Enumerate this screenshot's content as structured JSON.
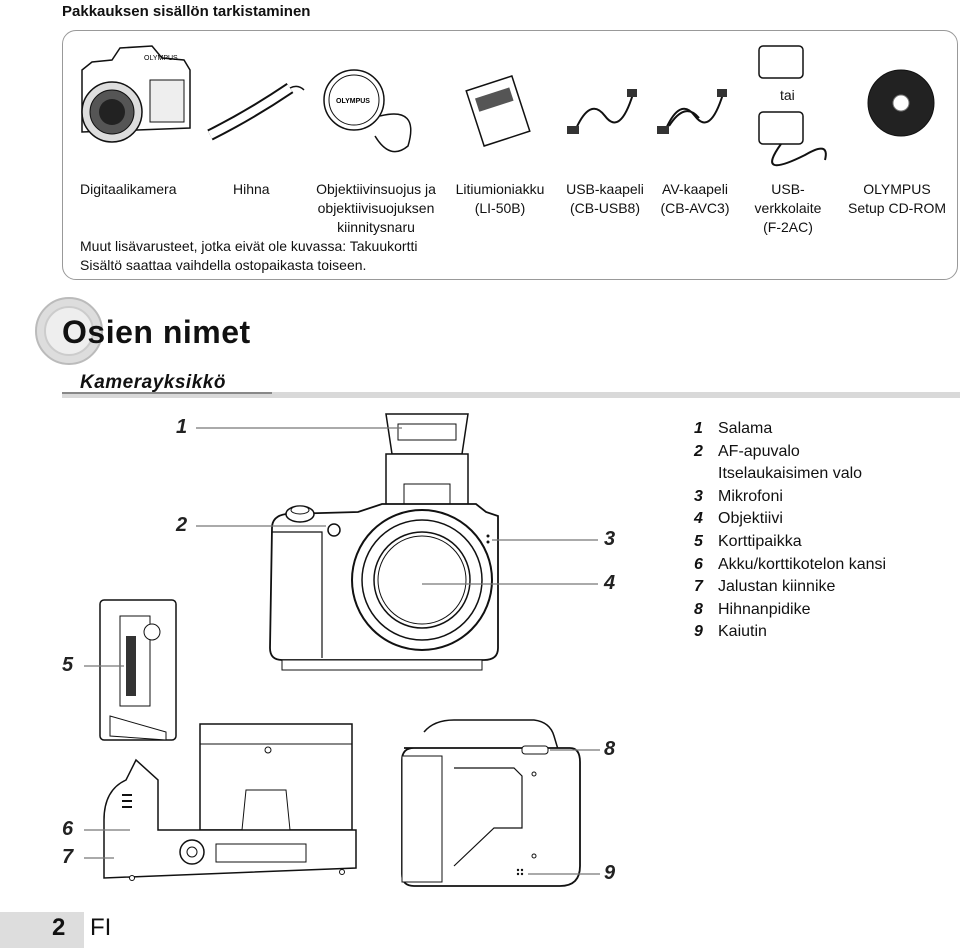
{
  "package_section": {
    "heading": "Pakkauksen sisällön tarkistaminen",
    "items": [
      {
        "label": "Digitaalikamera"
      },
      {
        "label": "Hihna"
      },
      {
        "label_lines": [
          "Objektiivinsuojus ja",
          "objektiivisuojuksen",
          "kiinnitysnaru"
        ]
      },
      {
        "label_lines": [
          "Litiumioniakku",
          "(LI-50B)"
        ]
      },
      {
        "label_lines": [
          "USB-kaapeli",
          "(CB-USB8)"
        ]
      },
      {
        "label_lines": [
          "AV-kaapeli",
          "(CB-AVC3)"
        ]
      },
      {
        "label_lines": [
          "USB-",
          "verkkolaite",
          "(F-2AC)"
        ]
      },
      {
        "label_lines": [
          "OLYMPUS",
          "Setup CD-ROM"
        ]
      }
    ],
    "or_text": "tai",
    "brand_text": "OLYMPUS",
    "notes": [
      "Muut lisävarusteet, jotka eivät ole kuvassa: Takuukortti",
      "Sisältö saattaa vaihdella ostopaikasta toiseen."
    ]
  },
  "parts_section": {
    "title": "Osien nimet",
    "subtitle": "Kamerayksikkö",
    "legend": [
      {
        "num": "1",
        "text": "Salama"
      },
      {
        "num": "2",
        "text": "AF-apuvalo"
      },
      {
        "num": "",
        "text": "Itselaukaisimen valo"
      },
      {
        "num": "3",
        "text": "Mikrofoni"
      },
      {
        "num": "4",
        "text": "Objektiivi"
      },
      {
        "num": "5",
        "text": "Korttipaikka"
      },
      {
        "num": "6",
        "text": "Akku/korttikotelon kansi"
      },
      {
        "num": "7",
        "text": "Jalustan kiinnike"
      },
      {
        "num": "8",
        "text": "Hihnanpidike"
      },
      {
        "num": "9",
        "text": "Kaiutin"
      }
    ],
    "callouts": [
      "1",
      "2",
      "3",
      "4",
      "5",
      "6",
      "7",
      "8",
      "9"
    ]
  },
  "footer": {
    "page_number": "2",
    "language": "FI"
  }
}
